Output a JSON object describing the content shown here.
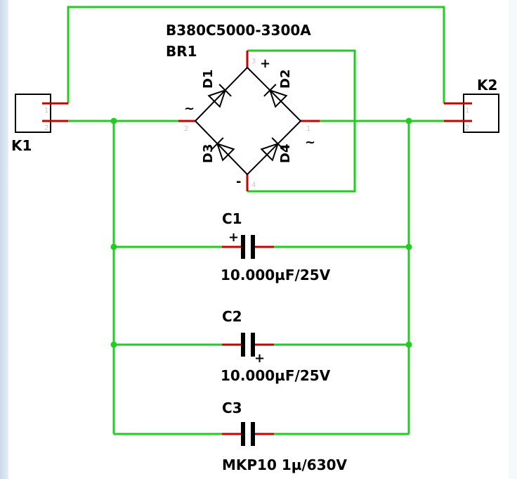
{
  "colors": {
    "wire": "#22cc22",
    "pin": "#cc0000",
    "body": "#000000",
    "junction": "#22cc22"
  },
  "connectors": {
    "k1": {
      "ref": "K1"
    },
    "k2": {
      "ref": "K2"
    }
  },
  "bridge": {
    "part": "B380C5000-3300A",
    "ref": "BR1",
    "diodes": [
      "D1",
      "D2",
      "D3",
      "D4"
    ],
    "plus": "+",
    "minus": "-",
    "ac_left": "~",
    "ac_right": "~"
  },
  "caps": {
    "c1": {
      "ref": "C1",
      "value": "10.000µF/25V",
      "polarity": "+"
    },
    "c2": {
      "ref": "C2",
      "value": "10.000µF/25V",
      "polarity": "+"
    },
    "c3": {
      "ref": "C3",
      "value": "MKP10 1µ/630V"
    }
  }
}
